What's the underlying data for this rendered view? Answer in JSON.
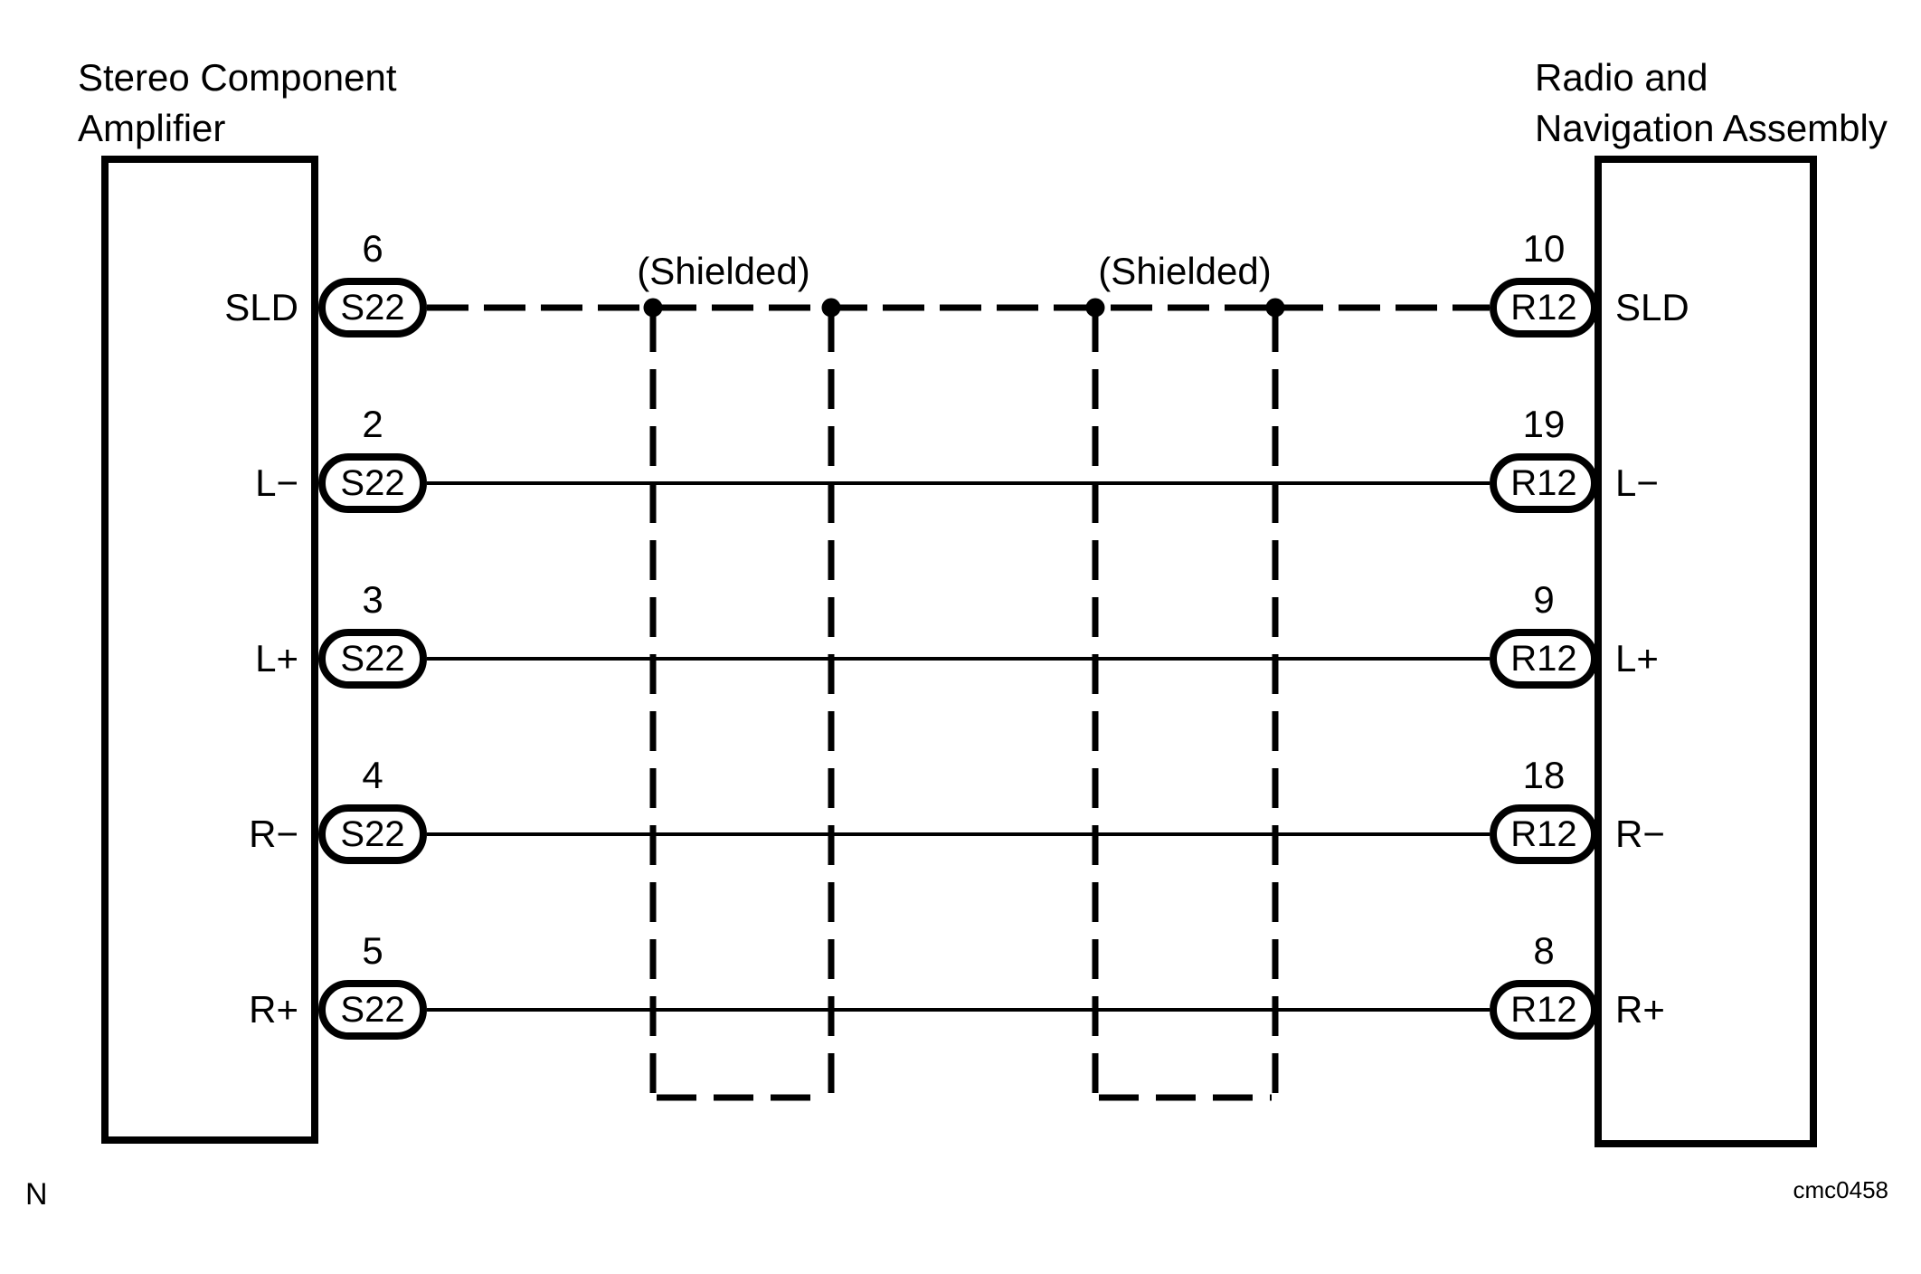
{
  "page": {
    "background_color": "#ffffff",
    "line_color": "#000000"
  },
  "left_component": {
    "title_line1": "Stereo Component",
    "title_line2": "Amplifier",
    "connector_code": "S22"
  },
  "right_component": {
    "title_line1": "Radio and",
    "title_line2": "Navigation Assembly",
    "connector_code": "R12"
  },
  "shield_labels": {
    "left": "(Shielded)",
    "right": "(Shielded)"
  },
  "rows": [
    {
      "left_label": "SLD",
      "left_pin": "6",
      "left_connector": "S22",
      "right_connector": "R12",
      "right_pin": "10",
      "right_label": "SLD",
      "wire": "dashed"
    },
    {
      "left_label": "L−",
      "left_pin": "2",
      "left_connector": "S22",
      "right_connector": "R12",
      "right_pin": "19",
      "right_label": "L−",
      "wire": "solid"
    },
    {
      "left_label": "L+",
      "left_pin": "3",
      "left_connector": "S22",
      "right_connector": "R12",
      "right_pin": "9",
      "right_label": "L+",
      "wire": "solid"
    },
    {
      "left_label": "R−",
      "left_pin": "4",
      "left_connector": "S22",
      "right_connector": "R12",
      "right_pin": "18",
      "right_label": "R−",
      "wire": "solid"
    },
    {
      "left_label": "R+",
      "left_pin": "5",
      "left_connector": "S22",
      "right_connector": "R12",
      "right_pin": "8",
      "right_label": "R+",
      "wire": "solid"
    }
  ],
  "footer": {
    "note": "N",
    "figure_code": "cmc0458"
  }
}
